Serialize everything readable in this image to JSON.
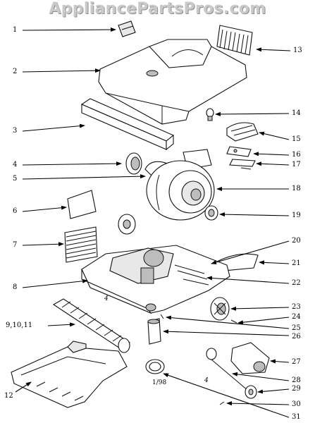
{
  "watermark": "AppliancePartsPros.com",
  "date_code": "1/98",
  "callouts": [
    "1",
    "2",
    "3",
    "4",
    "5",
    "6",
    "7",
    "8",
    "9,10,11",
    "12",
    "13",
    "14",
    "15",
    "16",
    "17",
    "18",
    "19",
    "20",
    "21",
    "22",
    "23",
    "24",
    "25",
    "26",
    "27",
    "28",
    "29",
    "30",
    "31"
  ],
  "parts": {
    "front_bumper_strip": "1",
    "hood": "2",
    "bumper": "3",
    "belt_ring": "4",
    "motor_fan_housing": "5",
    "filter_cover": "6",
    "exhaust_filter": "7",
    "base": "8",
    "brushroll_assembly": "9,10,11",
    "bottom_plate": "12",
    "grill": "13",
    "light_bulb": "14",
    "light_lens": "15",
    "switch": "16",
    "switch_bracket": "17",
    "motor": "18",
    "motor_pulley": "19",
    "pedal_spring": "20",
    "pedal": "21",
    "axle_pin": "22",
    "rear_wheel": "23",
    "wheel_axle": "24",
    "hose_clip": "25",
    "hose_cuff": "26",
    "height_adjust_carriage": "27",
    "carriage_axle": "28",
    "front_wheel": "29",
    "screw": "30",
    "belt": "31"
  }
}
